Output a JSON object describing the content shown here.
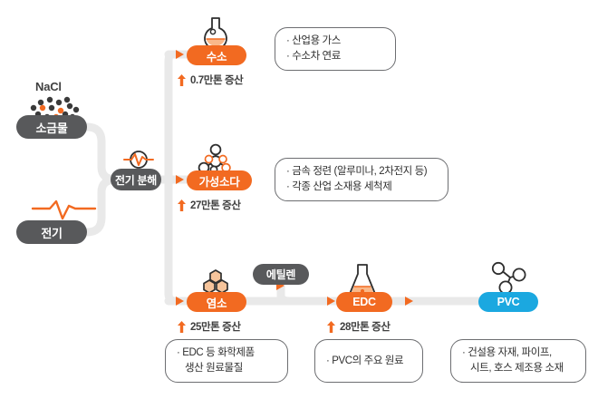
{
  "colors": {
    "orange": "#f26a21",
    "blue": "#1ba8e0",
    "gray_pill": "#58595b",
    "connector": "#e9e9e9",
    "text_dark": "#3f3f3f",
    "outline": "#3a3a3a"
  },
  "inputs": {
    "salt_water": {
      "formula_label": "NaCl",
      "pill_label": "소금물",
      "icon": "salt-crystal-lattice-icon"
    },
    "electricity": {
      "pill_label": "전기",
      "icon": "electric-waveform-icon"
    }
  },
  "process": {
    "pill_label": "전기 분해",
    "icon": "electrolysis-circle-icon"
  },
  "intermediate": {
    "ethylene": {
      "pill_label": "에틸렌"
    }
  },
  "outputs": [
    {
      "id": "hydrogen",
      "pill_label": "수소",
      "pill_color": "orange",
      "icon": "round-flask-icon",
      "increase_label": "0.7만톤 증산",
      "uses": [
        "· 산업용 가스",
        "· 수소차 연료"
      ]
    },
    {
      "id": "caustic-soda",
      "pill_label": "가성소다",
      "pill_color": "orange",
      "icon": "molecule-cluster-icon",
      "increase_label": "27만톤 증산",
      "uses": [
        "· 금속 정련 (알루미나, 2차전지 등)",
        "· 각종 산업 소재용 세척제"
      ]
    },
    {
      "id": "chlorine",
      "pill_label": "염소",
      "pill_color": "orange",
      "icon": "hexagon-rings-icon",
      "increase_label": "25만톤 증산",
      "uses": [
        "· EDC 등 화학제품",
        "생산 원료물질"
      ]
    },
    {
      "id": "edc",
      "pill_label": "EDC",
      "pill_color": "orange",
      "icon": "erlenmeyer-flask-icon",
      "increase_label": "28만톤 증산",
      "uses": [
        "· PVC의 주요 원료"
      ]
    },
    {
      "id": "pvc",
      "pill_label": "PVC",
      "pill_color": "blue",
      "icon": "polymer-molecule-icon",
      "increase_label": "",
      "uses": [
        "· 건설용 자재, 파이프,",
        "시트, 호스 제조용 소재"
      ]
    }
  ]
}
